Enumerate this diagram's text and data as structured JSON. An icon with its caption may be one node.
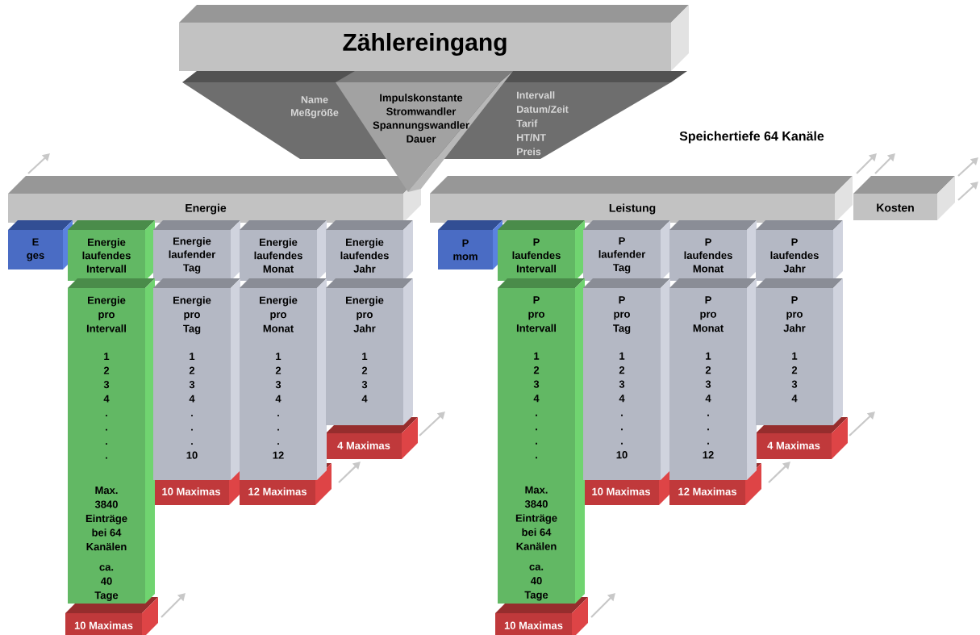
{
  "diagram": {
    "nodes": [
      {
        "text": [
          "Zählereingang"
        ]
      },
      {
        "text": [
          "Name Meßgröße",
          "Intervall Datum/Zeit Tarif HT/NT Preis"
        ]
      },
      {
        "text": [
          "Impulskonstante Stromwandler Spannungswandler Dauer"
        ]
      },
      {
        "text": [
          "Energie"
        ]
      },
      {
        "text": [
          "Leistung"
        ]
      },
      {
        "text": [
          "Kosten"
        ]
      },
      {
        "text": [
          "E ges"
        ]
      },
      {
        "text": [
          "Energie laufendes Intervall"
        ]
      },
      {
        "text": [
          "Energie laufender Tag"
        ]
      },
      {
        "text": [
          "Energie laufendes Monat"
        ]
      },
      {
        "text": [
          "Energie laufendes Jahr"
        ]
      },
      {
        "text": [
          "Energie pro Intervall",
          "1 2 3 4 . . . .",
          "Max. 3840 Einträge bei 64 Kanälen",
          "ca. 40 Tage"
        ]
      },
      {
        "text": [
          "Energie pro Tag",
          "1 2 3 4 . . . 10"
        ]
      },
      {
        "text": [
          "Energie pro Monat",
          "1 2 3 4 . . . 12"
        ]
      },
      {
        "text": [
          "Energie pro Jahr",
          "1 2 3 4"
        ]
      },
      {
        "text": [
          "10 Maximas"
        ]
      },
      {
        "text": [
          "10 Maximas"
        ]
      },
      {
        "text": [
          "12 Maximas"
        ]
      },
      {
        "text": [
          "4 Maximas"
        ]
      },
      {
        "text": [
          "P mom"
        ]
      },
      {
        "text": [
          "P laufendes Intervall"
        ]
      },
      {
        "text": [
          "P laufender Tag"
        ]
      },
      {
        "text": [
          "P laufendes Monat"
        ]
      },
      {
        "text": [
          "P laufendes Jahr"
        ]
      },
      {
        "text": [
          "P pro Intervall",
          "1 2 3 4 . . . .",
          "Max. 3840 Einträge bei 64 Kanälen",
          "ca. 40 Tage"
        ]
      },
      {
        "text": [
          "P pro Tag",
          "1 2 3 4 . . . 10"
        ]
      },
      {
        "text": [
          "P pro Monat",
          "1 2 3 4 . . . 12"
        ]
      },
      {
        "text": [
          "P pro Jahr",
          "1 2 3 4"
        ]
      },
      {
        "text": [
          "10 Maximas"
        ]
      },
      {
        "text": [
          "10 Maximas"
        ]
      },
      {
        "text": [
          "12 Maximas"
        ]
      },
      {
        "text": [
          "4 Maximas"
        ]
      }
    ],
    "labels": [
      "Speichertiefe 64 Kanäle"
    ]
  }
}
